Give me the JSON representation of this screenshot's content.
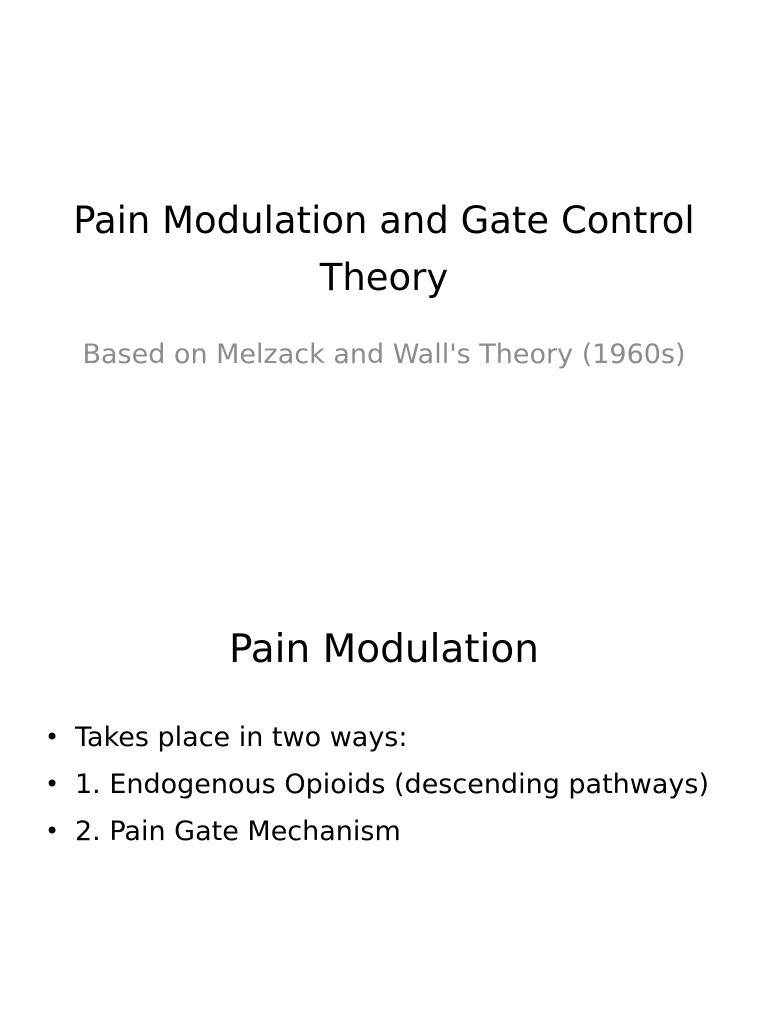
{
  "slides": [
    {
      "title": "Pain Modulation and Gate Control Theory",
      "subtitle": "Based on Melzack and Wall's Theory (1960s)"
    },
    {
      "title": "Pain Modulation",
      "bullets": [
        "Takes place in two ways:",
        "1. Endogenous Opioids (descending pathways)",
        "2. Pain Gate Mechanism"
      ]
    }
  ]
}
